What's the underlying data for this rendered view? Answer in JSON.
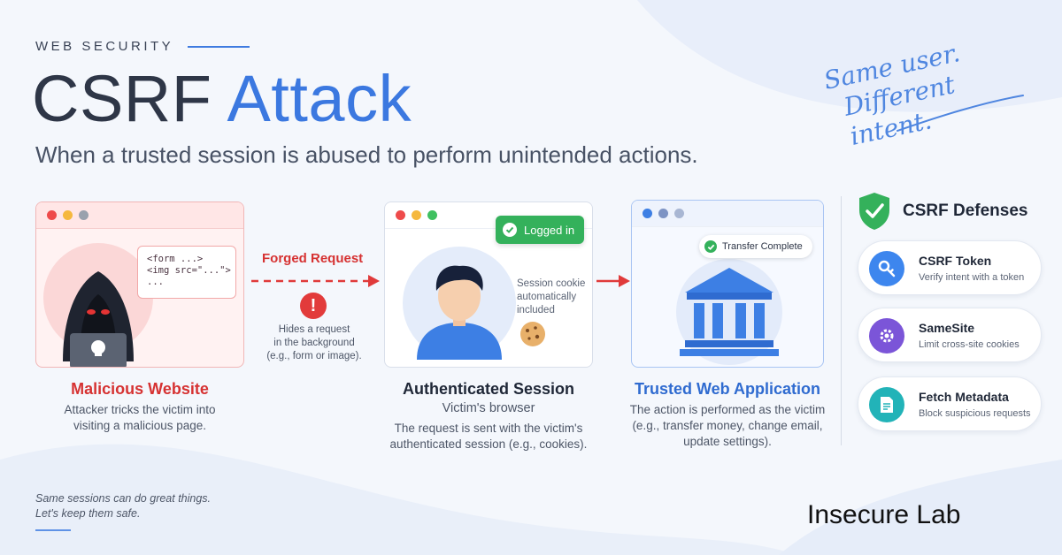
{
  "header": {
    "eyebrow": "WEB SECURITY",
    "title_part1": "CSRF",
    "title_part2": "Attack",
    "subtitle": "When a trusted session is abused to perform unintended actions.",
    "tagline_line1": "Same user.",
    "tagline_line2": "Different intent."
  },
  "malicious": {
    "code_lines": [
      "<form ...>",
      "<img src=\"...\">",
      "..."
    ],
    "title": "Malicious Website",
    "desc_line1": "Attacker tricks the victim into",
    "desc_line2": "visiting a malicious page."
  },
  "forged": {
    "label": "Forged Request",
    "note_line1": "Hides a request",
    "note_line2": "in the background",
    "note_line3": "(e.g., form or image)."
  },
  "session": {
    "badge": "Logged in",
    "cookie_line1": "Session cookie",
    "cookie_line2": "automatically",
    "cookie_line3": "included",
    "title": "Authenticated Session",
    "subtitle": "Victim's browser",
    "desc_line1": "The request is sent with the victim's",
    "desc_line2": "authenticated session (e.g., cookies)."
  },
  "app": {
    "badge": "Transfer Complete",
    "title": "Trusted Web Application",
    "desc_line1": "The action is performed as the victim",
    "desc_line2": "(e.g., transfer money, change email,",
    "desc_line3": "update settings)."
  },
  "defenses": {
    "title": "CSRF Defenses",
    "items": [
      {
        "name": "CSRF Token",
        "desc": "Verify intent with a token",
        "icon": "key-icon",
        "color": "#3d86ee"
      },
      {
        "name": "SameSite",
        "desc": "Limit cross-site cookies",
        "icon": "gear-icon",
        "color": "#7b55d8"
      },
      {
        "name": "Fetch Metadata",
        "desc": "Block suspicious requests",
        "icon": "document-icon",
        "color": "#22b3b8"
      }
    ]
  },
  "footer": {
    "note_line1": "Same sessions can do great things.",
    "note_line2": "Let's keep them safe.",
    "brand": "Insecure Lab"
  },
  "colors": {
    "accent_blue": "#3b78e0",
    "danger_red": "#d63232",
    "success_green": "#34b15b"
  }
}
